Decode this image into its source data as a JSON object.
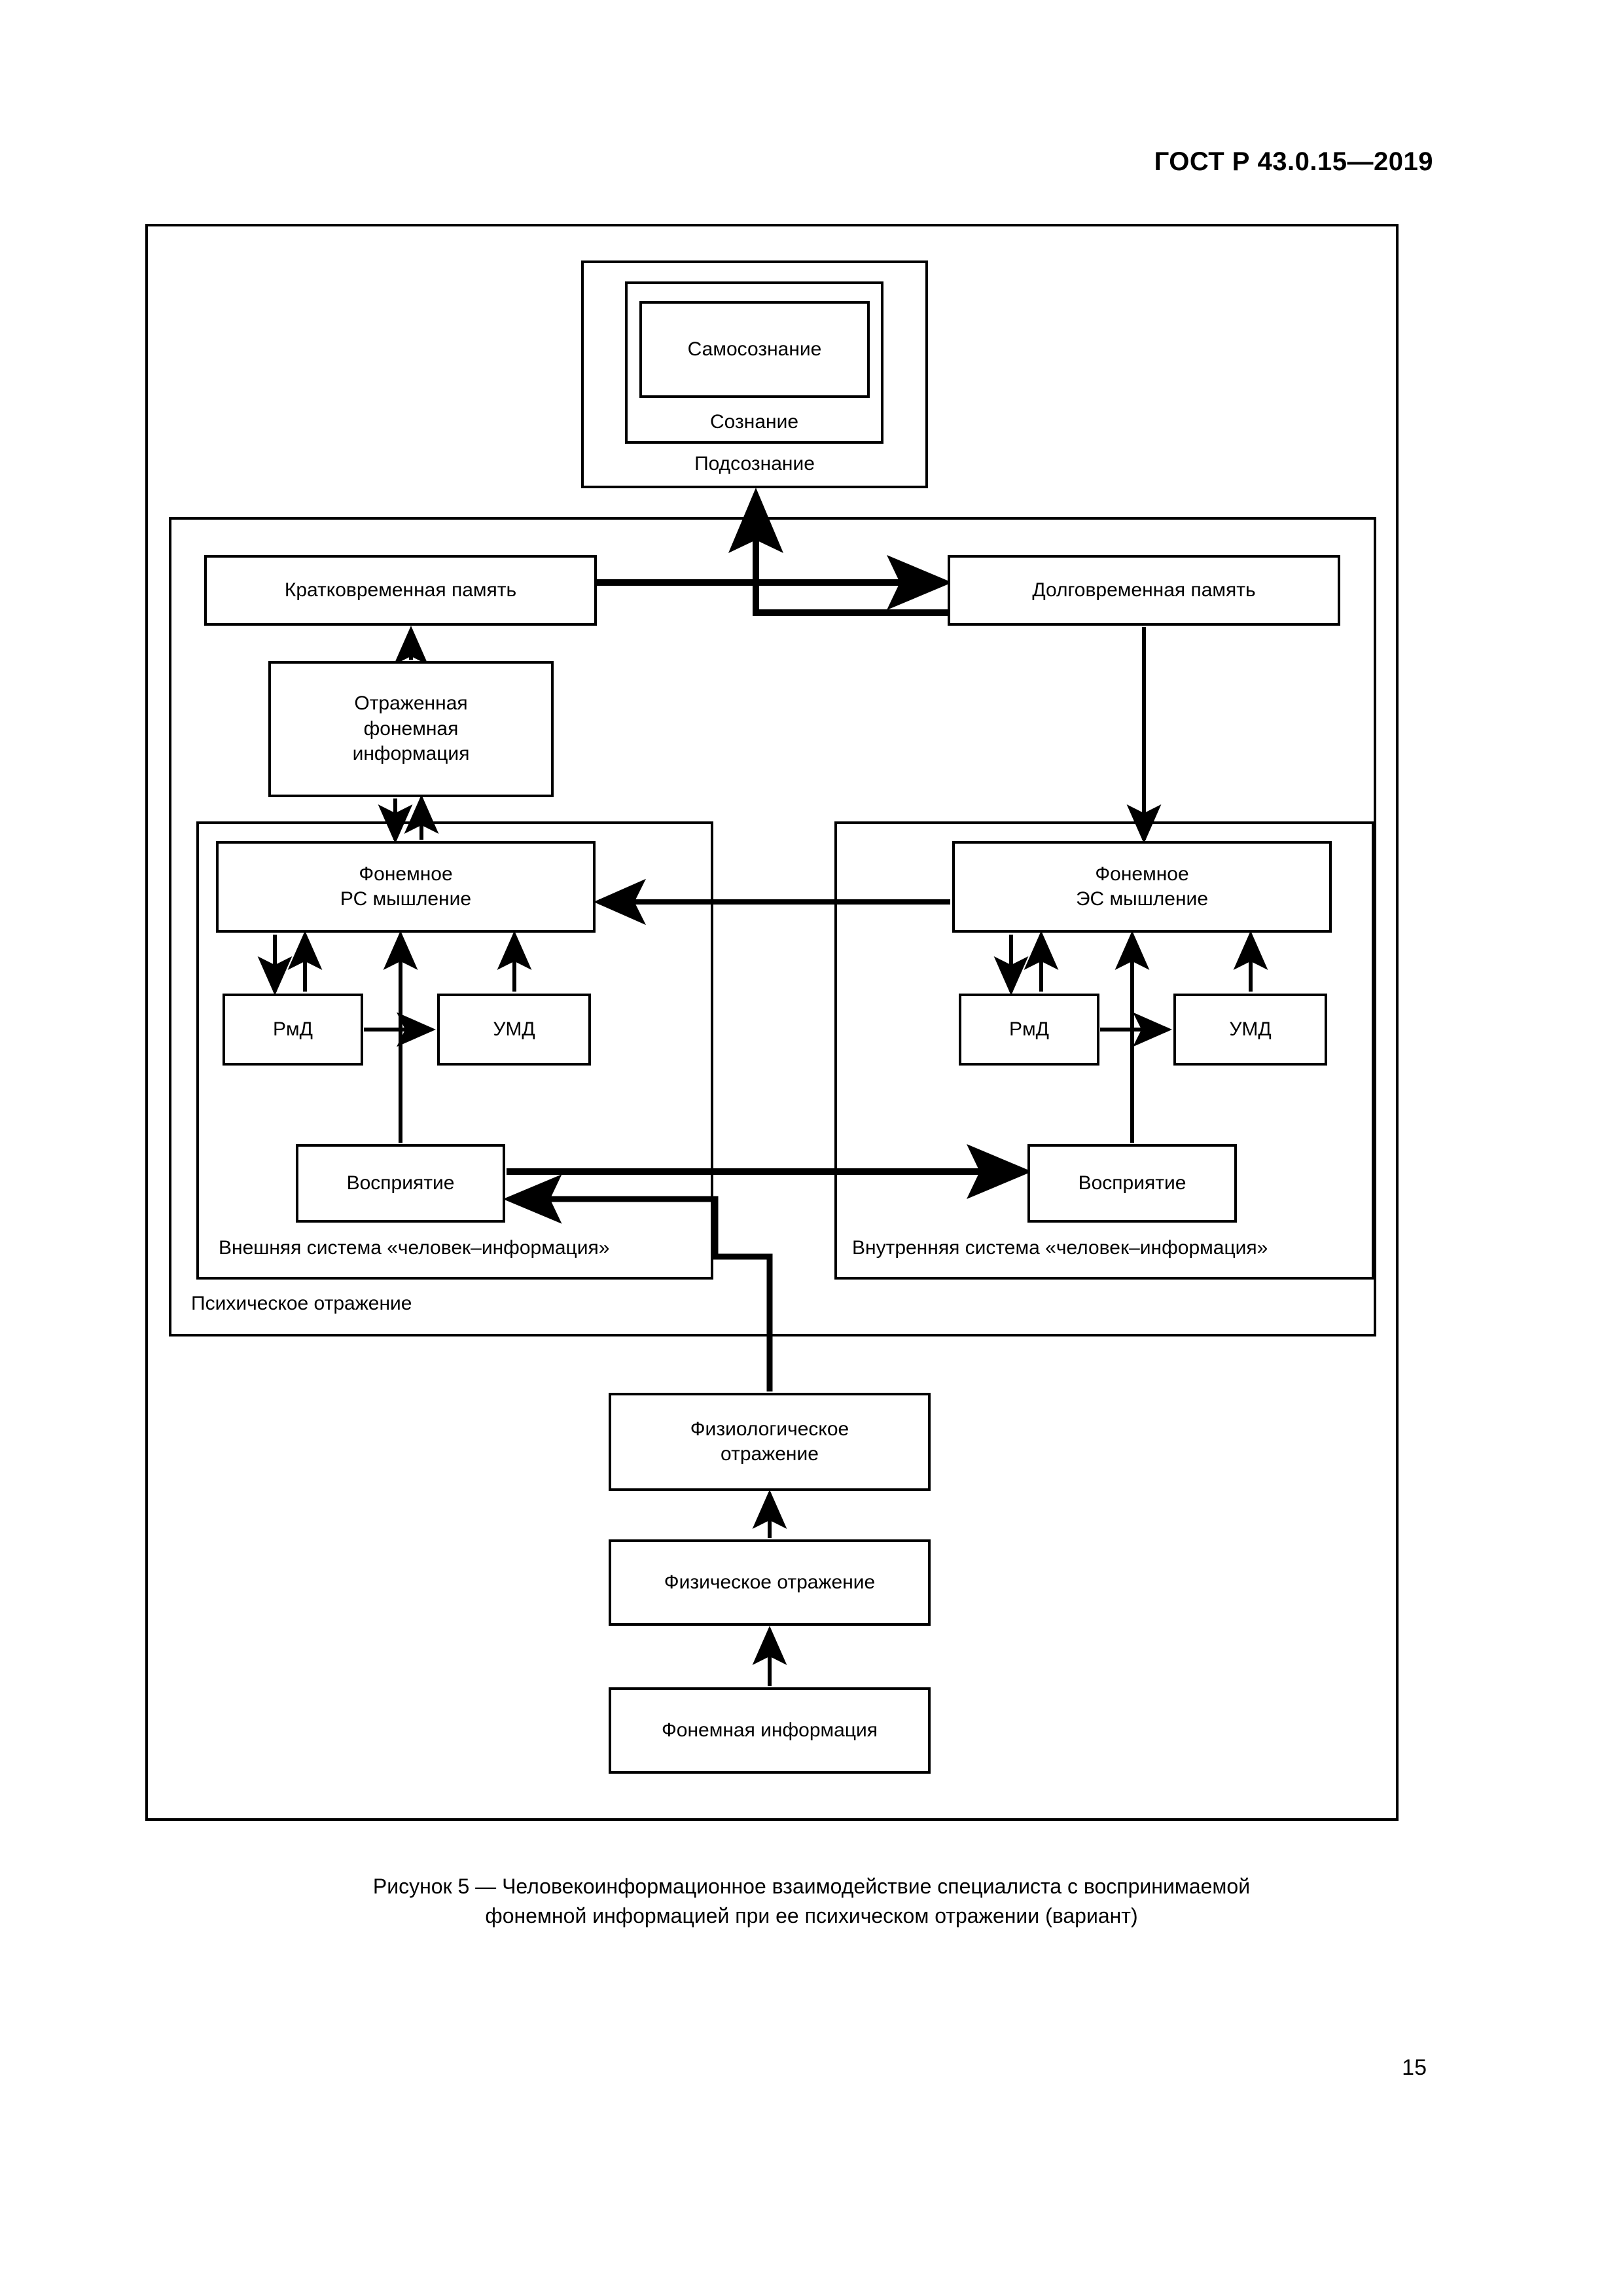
{
  "header": {
    "standard": "ГОСТ Р 43.0.15—2019"
  },
  "page": {
    "number": "15"
  },
  "figure": {
    "caption_line1": "Рисунок 5 — Человекоинформационное взаимодействие специалиста с воспринимаемой",
    "caption_line2": "фонемной информацией при ее психическом отражении (вариант)"
  },
  "diagram": {
    "consciousness": {
      "outer_label": "Подсознание",
      "middle_label": "Сознание",
      "inner_label": "Самосознание"
    },
    "memory": {
      "short_term": "Кратковременная память",
      "long_term": "Долговременная память"
    },
    "reflected_info": "Отраженная\nфонемная\nинформация",
    "reflected_info_lines": [
      "Отраженная",
      "фонемная",
      "информация"
    ],
    "external_system": {
      "label": "Внешняя система «человек–информация»",
      "thinking_lines": [
        "Фонемное",
        "РС мышление"
      ],
      "rmd": "РмД",
      "umd": "УМД",
      "perception": "Восприятие"
    },
    "internal_system": {
      "label": "Внутренняя система «человек–информация»",
      "thinking_lines": [
        "Фонемное",
        "ЭС мышление"
      ],
      "rmd": "РмД",
      "umd": "УМД",
      "perception": "Восприятие"
    },
    "psychic_reflection_label": "Психическое отражение",
    "bottom_chain": {
      "physiological_lines": [
        "Физиологическое",
        "отражение"
      ],
      "physical": "Физическое отражение",
      "phonemic_info": "Фонемная информация"
    }
  }
}
